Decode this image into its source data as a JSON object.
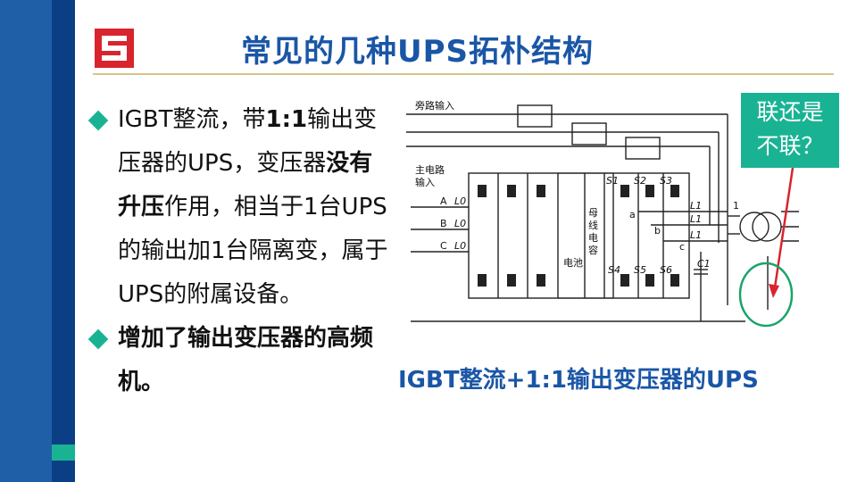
{
  "slide": {
    "title": "常见的几种UPS拓朴结构",
    "bullets": [
      {
        "segments": [
          {
            "text": "IGBT整流，带",
            "bold": false
          },
          {
            "text": "1:1",
            "bold": true
          },
          {
            "text": "输出变压器的UPS，变压器",
            "bold": false
          },
          {
            "text": "没有升压",
            "bold": true
          },
          {
            "text": "作用，相当于1台UPS的输出加1台隔离变，属于UPS的附属设备。",
            "bold": false
          }
        ]
      },
      {
        "segments": [
          {
            "text": "增加了输出变压器的高频机。",
            "bold": true
          }
        ]
      }
    ],
    "figure_caption": "IGBT整流+1:1输出变压器的UPS",
    "callout": {
      "line1": "联还是",
      "line2": "不联？"
    }
  },
  "diagram_labels": {
    "bypass_input": "旁路输入",
    "main_input_1": "主电路",
    "main_input_2": "输入",
    "phase_a": "A",
    "phase_b": "B",
    "phase_c": "C",
    "l0": "L0",
    "battery": "电池",
    "bus_cap_1": "母",
    "bus_cap_2": "线",
    "bus_cap_3": "电",
    "bus_cap_4": "容",
    "s1": "S1",
    "s2": "S2",
    "s3": "S3",
    "s4": "S4",
    "s5": "S5",
    "s6": "S6",
    "node_a": "a",
    "node_b": "b",
    "node_c": "c",
    "l1": "L1",
    "cap": "C1",
    "transformer_ratio": "1"
  },
  "colors": {
    "accent_blue": "#1a56a6",
    "teal": "#19b394",
    "sidebar": "#1f5fa8",
    "callout_ring": "#19a36a",
    "arrow": "#d9232d"
  }
}
